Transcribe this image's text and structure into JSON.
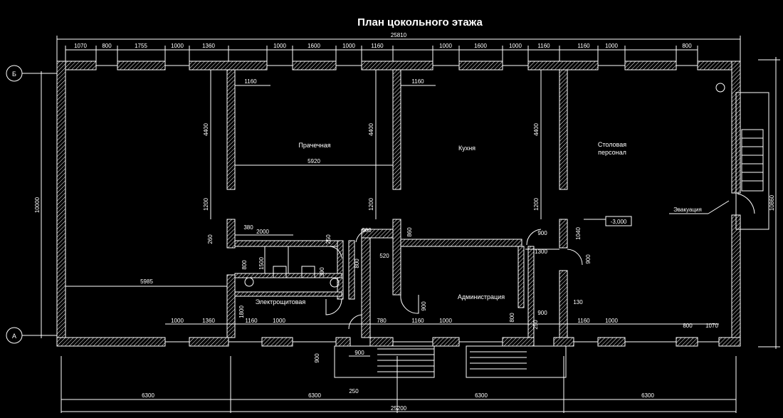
{
  "title": "План цокольного  этажа",
  "overall_top": "25810",
  "overall_bottom": "25200",
  "overall_right": "10860",
  "overall_left": "10000",
  "axis_b": "Б",
  "axis_a": "А",
  "top_dims": [
    "1070",
    "800",
    "1755",
    "1000",
    "1360",
    "1000",
    "1600",
    "1000",
    "1160",
    "1000",
    "1600",
    "1000",
    "1160",
    "1160",
    "1000",
    "800"
  ],
  "bottom_dims": [
    "1000",
    "1360",
    "1160",
    "1000",
    "780",
    "1160",
    "1000",
    "1160",
    "1000",
    "800",
    "1070"
  ],
  "axis_spacing": [
    "6300",
    "6300",
    "6300",
    "6300"
  ],
  "rooms": {
    "laundry": "Прачечная",
    "kitchen": "Кухня",
    "dining_line1": "Столовая",
    "dining_line2": "персонал",
    "electric": "Электрощитовая",
    "admin": "Администрация",
    "evacuation": "Эвакуация"
  },
  "level_mark": "-3,000",
  "inner_dims": {
    "d1160a": "1160",
    "d1160b": "1160",
    "d4400a": "4400",
    "d4400b": "4400",
    "d4400c": "4400",
    "d5920": "5920",
    "d1200a": "1200",
    "d1200b": "1200",
    "d1200c": "1200",
    "d380": "380",
    "d2000": "2000",
    "d260": "260",
    "d250a": "250",
    "d900a": "900",
    "d860": "860",
    "d520": "520",
    "d900b": "900",
    "d1040": "1040",
    "d1300": "1300",
    "d900c": "900",
    "d1500": "1500",
    "d800a": "800",
    "d800b": "800",
    "d390": "390",
    "d5985": "5985",
    "d1800": "1800",
    "d900d": "900",
    "d800c": "800",
    "d250b": "250",
    "d900e": "900",
    "d130": "130",
    "d900f": "900",
    "d900g": "900",
    "d250c": "250"
  }
}
